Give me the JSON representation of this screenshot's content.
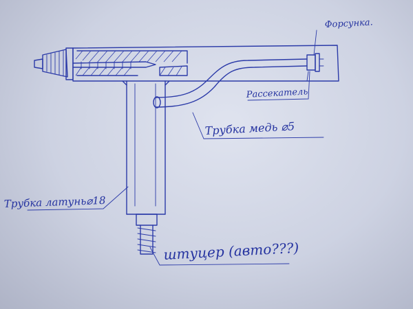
{
  "labels": {
    "nozzle": "Форсунка.",
    "diffuser": "Рассекатель",
    "copper_tube": "Трубка медь ⌀5",
    "brass_tube": "Трубка латунь⌀18",
    "fitting": "штуцер (авто???)"
  },
  "ink_color": "#2b3aa8",
  "paper_color": "#dfe3ef"
}
